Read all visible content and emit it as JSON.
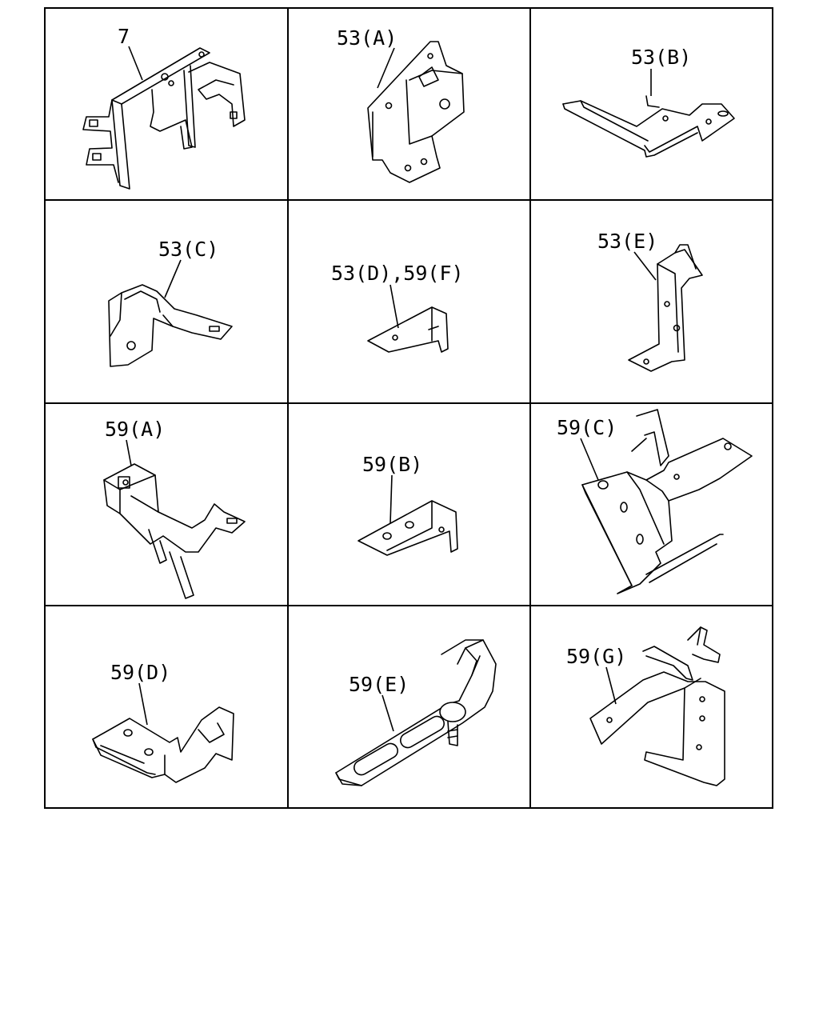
{
  "parts": [
    {
      "id": "7",
      "label": "7"
    },
    {
      "id": "53A",
      "label": "53(A)"
    },
    {
      "id": "53B",
      "label": "53(B)"
    },
    {
      "id": "53C",
      "label": "53(C)"
    },
    {
      "id": "53D59F",
      "label": "53(D),59(F)"
    },
    {
      "id": "53E",
      "label": "53(E)"
    },
    {
      "id": "59A",
      "label": "59(A)"
    },
    {
      "id": "59B",
      "label": "59(B)"
    },
    {
      "id": "59C",
      "label": "59(C)"
    },
    {
      "id": "59D",
      "label": "59(D)"
    },
    {
      "id": "59E",
      "label": "59(E)"
    },
    {
      "id": "59G",
      "label": "59(G)"
    }
  ]
}
